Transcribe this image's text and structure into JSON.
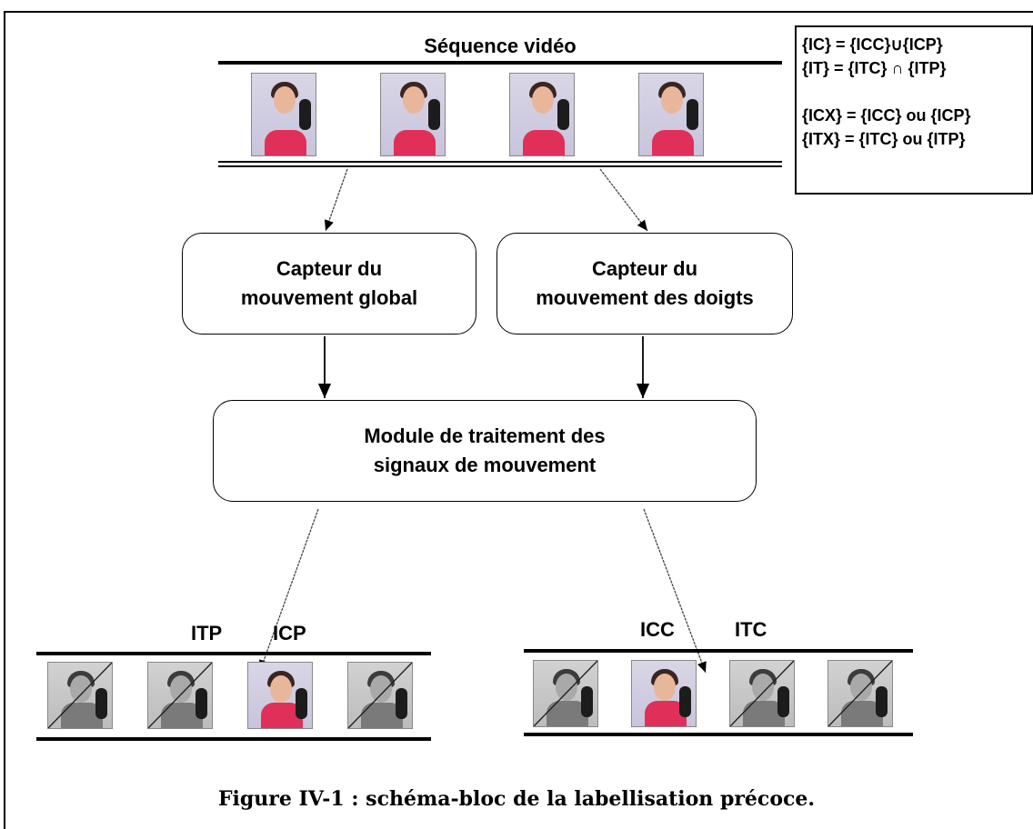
{
  "header": {
    "title": "Séquence vidéo"
  },
  "legend": {
    "lines": [
      "{IC} = {ICC}∪{ICP}",
      "{IT} = {ITC} ∩ {ITP}",
      "{ICX} = {ICC} ou {ICP}",
      "{ITX} = {ITC} ou {ITP}"
    ]
  },
  "blocks": {
    "global_sensor": [
      "Capteur du",
      "mouvement global"
    ],
    "finger_sensor": [
      "Capteur du",
      "mouvement des doigts"
    ],
    "processing": [
      "Module de traitement des",
      "signaux de mouvement"
    ]
  },
  "outputs": {
    "left": {
      "label_a": "ITP",
      "label_b": "ICP",
      "frames": [
        "gray",
        "gray",
        "color",
        "gray"
      ]
    },
    "right": {
      "label_a": "ICC",
      "label_b": "ITC",
      "frames": [
        "gray",
        "color",
        "gray",
        "gray"
      ]
    }
  },
  "input_frames": [
    "color",
    "color",
    "color",
    "color"
  ],
  "caption": "Figure IV-1 : schéma-bloc de la labellisation précoce."
}
